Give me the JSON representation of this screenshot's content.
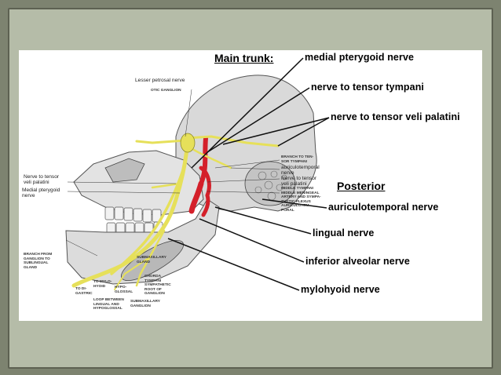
{
  "headings": {
    "main_trunk": "Main trunk:",
    "posterior": "Posterior"
  },
  "main_trunk_branches": [
    "medial pterygoid nerve",
    "nerve to tensor tympani",
    "nerve to tensor veli palatini"
  ],
  "posterior_branches": [
    "auriculotemporal nerve",
    "lingual nerve",
    "inferior alveolar nerve",
    "mylohyoid nerve"
  ],
  "figure_labels": {
    "lesser_petrosal": "Lesser petrosal nerve",
    "otic_ganglion": "OTIC GANGLION",
    "nerve_to_tvp_left": "Nerve to tensor\nveli palatini",
    "medial_pterygoid_left": "Medial pterygoid\nnerve",
    "branch_to_tympani": "BRANCH TO TEN-\nSOR TYMPANI",
    "auriculotemporal_small": "auriculotemporal\nnerve",
    "nerve_to_tvp_right": "Nerve to tensor\nveli palatini",
    "middle_meningeal": "MIDDLE TYMPANI\nMIDDLE MENINGEAL\nARTERY AND SYMPA-\nTHETIC PLEXUS\nAURICULOTEM-\nPORAL",
    "branch_from_ganglion": "BRANCH FROM\nGANGLION TO\nSUBLINGUAL\nGLAND",
    "to_mylohyoid": "TO MYLO-\nHYOID",
    "to_digastric": "TO DI-\nGASTRIC",
    "hypoglossal": "HYPO-\nGLOSSAL",
    "loop_between": "LOOP BETWEEN\nLINGUAL AND\nHYPOGLOSSAL",
    "chorda_tympani": "CHORDA\nTYMPANI\nSYMPATHETIC\nROOT OF\nGANGLION",
    "submaxillary_ganglion": "SUBMAXILLARY\nGANGLION",
    "submaxillary_gland": "SUBMAXILLARY\nGLAND"
  },
  "colors": {
    "nerve": "#e6e05a",
    "artery": "#d4202a",
    "bone": "#cfcfcf",
    "background": "#7d8370",
    "frame": "#b5bca8"
  }
}
